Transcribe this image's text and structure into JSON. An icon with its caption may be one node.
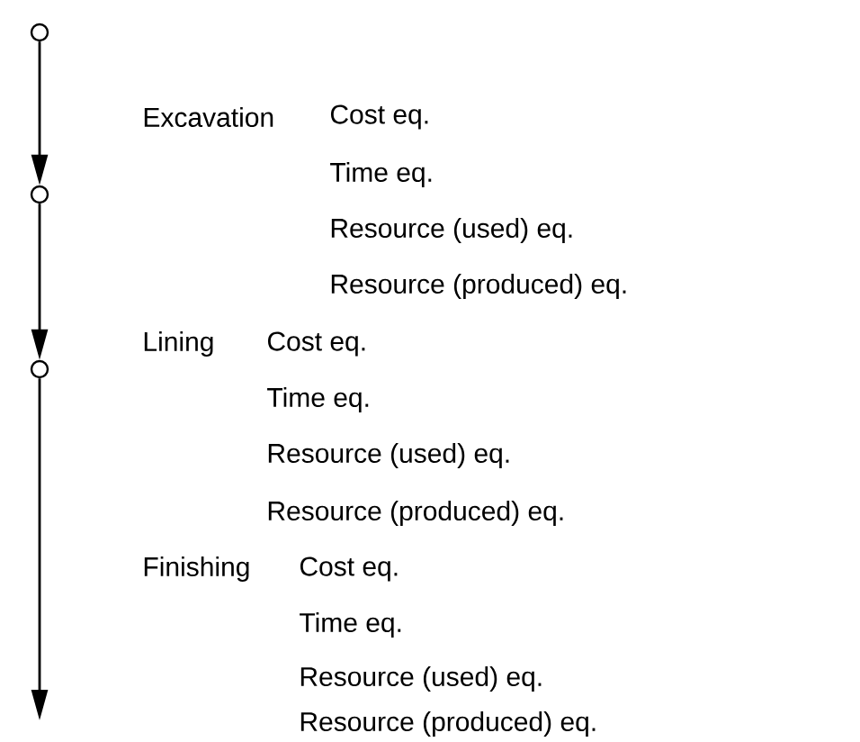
{
  "diagram": {
    "nodes": [
      {
        "text": [],
        "shape": "circle"
      },
      {
        "text": [],
        "shape": "circle"
      },
      {
        "text": [],
        "shape": "circle"
      }
    ],
    "edges": [
      {
        "from": 0,
        "to": 1,
        "arrow": "to",
        "label": "Excavation"
      },
      {
        "from": 1,
        "to": 2,
        "arrow": "to",
        "label": "Lining"
      },
      {
        "from": 2,
        "to": null,
        "arrow": "to",
        "label": "Finishing"
      }
    ],
    "labels": [
      "Cost eq.",
      "Time eq.",
      "Resource (used) eq.",
      "Resource (produced) eq.",
      "Cost eq.",
      "Time eq.",
      "Resource (used) eq.",
      "Resource (produced) eq.",
      "Cost eq.",
      "Time eq.",
      "Resource (used) eq.",
      "Resource (produced) eq."
    ]
  }
}
